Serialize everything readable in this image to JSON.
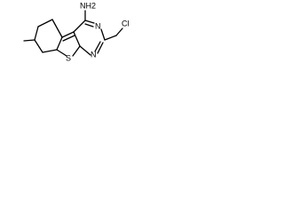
{
  "molecule": {
    "labels": {
      "amine": "NH2",
      "pyrimidine_n_upper": "N",
      "pyrimidine_n_lower": "N",
      "chlorine": "Cl",
      "sulfur": "S"
    },
    "colors": {
      "bond": "#000000",
      "label": "#000000",
      "background": "#ffffff"
    }
  }
}
